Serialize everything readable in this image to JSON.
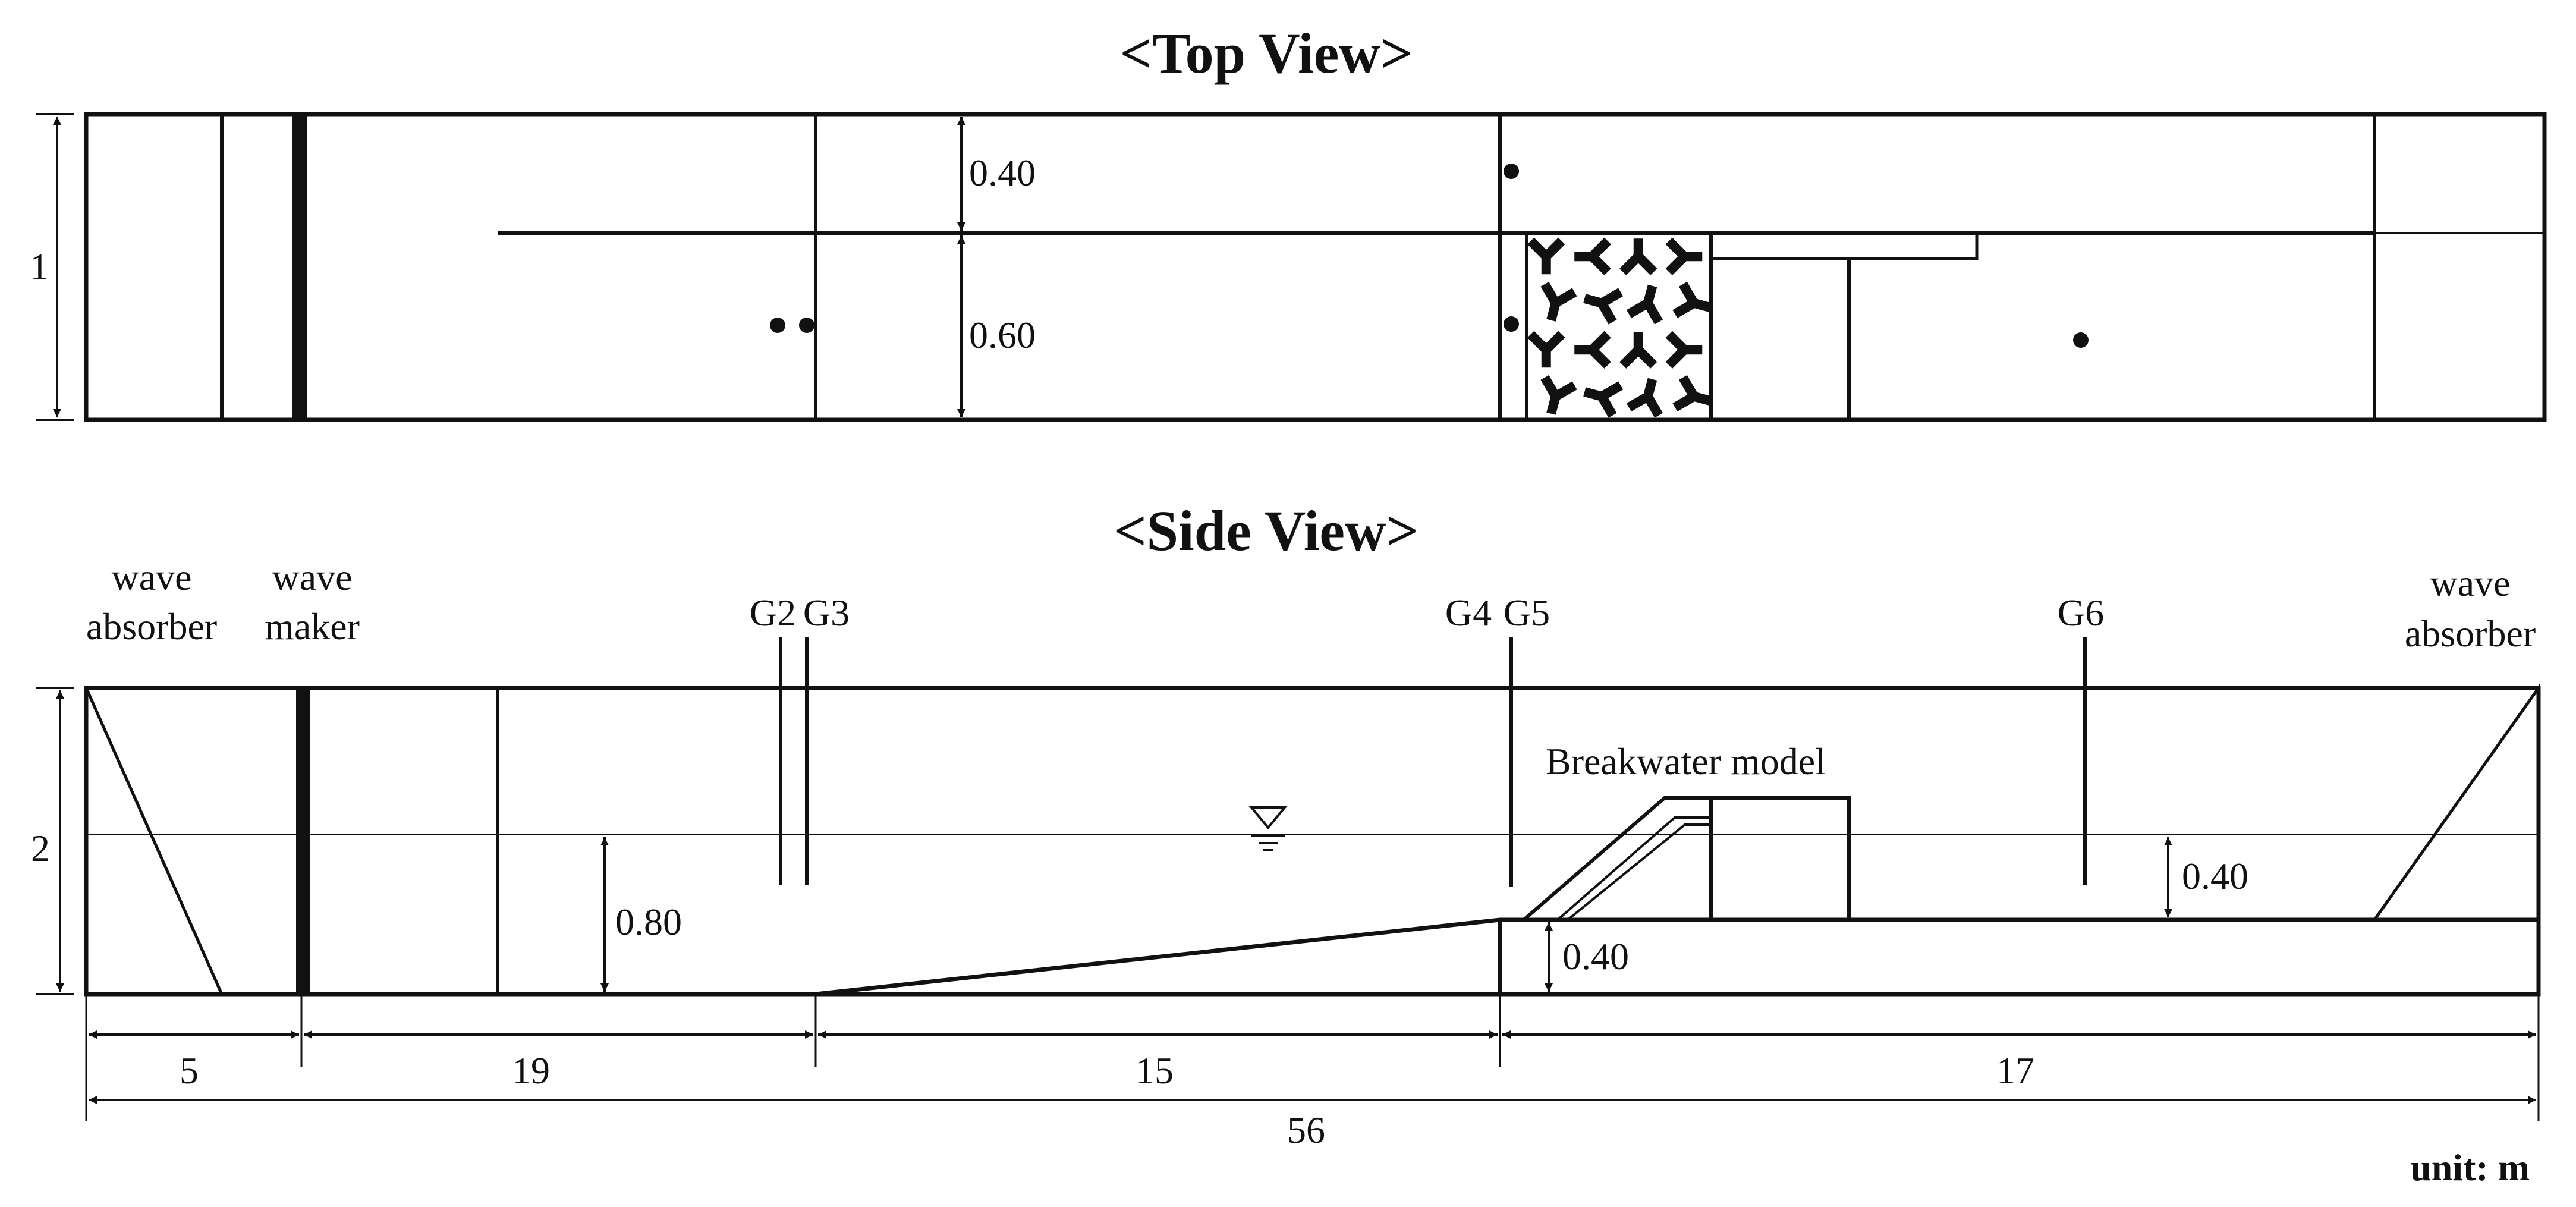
{
  "views": {
    "top_title": "<Top View>",
    "side_title": "<Side View>"
  },
  "labels": {
    "wave_absorber_left_1": "wave",
    "wave_absorber_left_2": "absorber",
    "wave_maker_1": "wave",
    "wave_maker_2": "maker",
    "wave_absorber_right_1": "wave",
    "wave_absorber_right_2": "absorber",
    "breakwater_model": "Breakwater model",
    "unit": "unit: m"
  },
  "gauges": [
    "G2",
    "G3",
    "G4",
    "G5",
    "G6"
  ],
  "dimensions": {
    "top_width": "1",
    "top_upper_channel": "0.40",
    "top_lower_channel": "0.60",
    "side_height": "2",
    "water_depth": "0.80",
    "crest_to_water": "0.40",
    "step_height": "0.40",
    "seg_1": "5",
    "seg_2": "19",
    "seg_3": "15",
    "seg_4": "17",
    "total_length": "56"
  },
  "colors": {
    "line": "#111111",
    "background": "#ffffff"
  },
  "icons": {
    "water_level": "water-level-triangle-icon",
    "armor_units": "tetrapod-armor-icon"
  }
}
